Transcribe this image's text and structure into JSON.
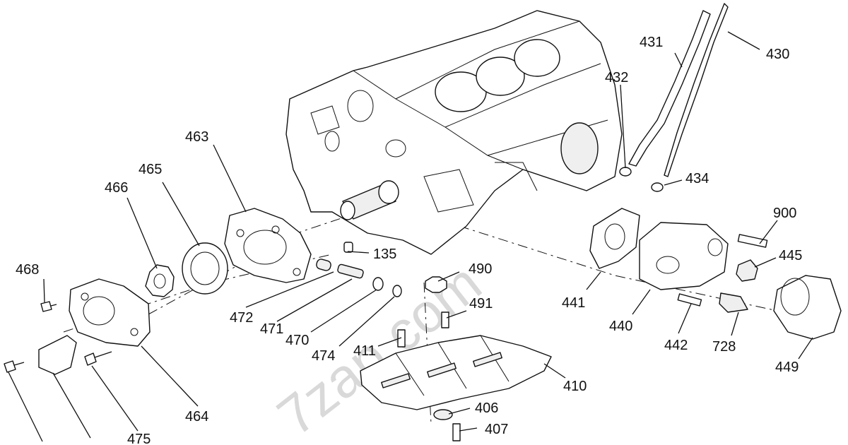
{
  "watermark": "7zap.com",
  "labels": {
    "p135": "135",
    "p406": "406",
    "p407": "407",
    "p410": "410",
    "p411": "411",
    "p430": "430",
    "p431": "431",
    "p432": "432",
    "p434": "434",
    "p440": "440",
    "p441": "441",
    "p442": "442",
    "p445": "445",
    "p449": "449",
    "p463": "463",
    "p464": "464",
    "p465": "465",
    "p466": "466",
    "p468": "468",
    "p470": "470",
    "p471": "471",
    "p472": "472",
    "p474": "474",
    "p475": "475",
    "p490": "490",
    "p491": "491",
    "p728": "728",
    "p900": "900"
  }
}
